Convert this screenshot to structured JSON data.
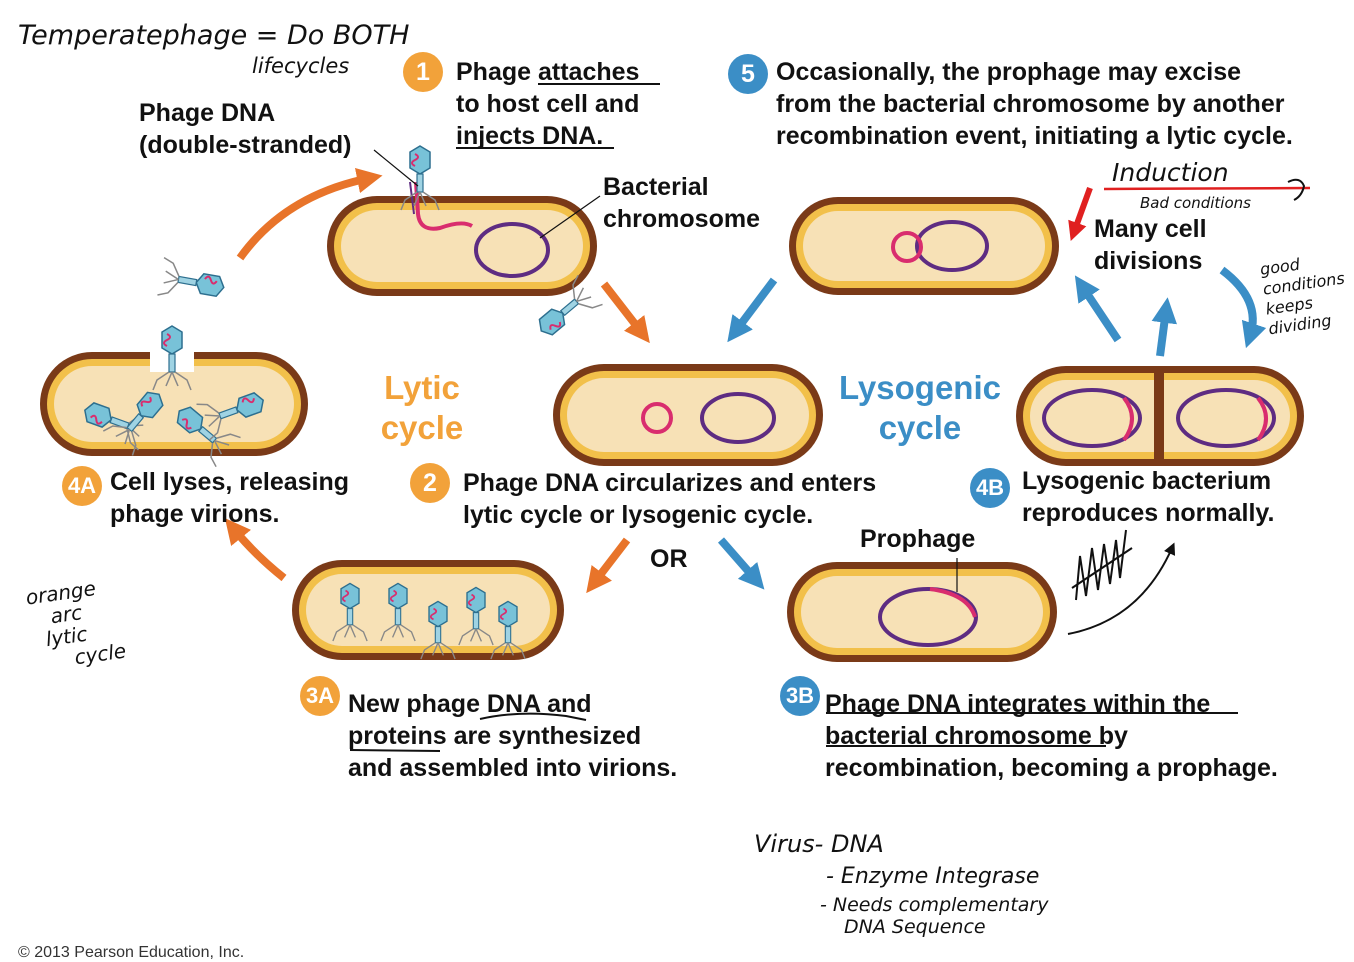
{
  "colors": {
    "orange": "#e8742a",
    "blue": "#3b8ec6",
    "badge_orange": "#f2a23a",
    "cell_outer": "#7a3a18",
    "cell_ring": "#f2c04a",
    "cell_fill": "#f7e1b6",
    "dna_purple": "#5e2c82",
    "dna_pink": "#d92d6e",
    "phage": "#78c2d8",
    "red": "#e02020"
  },
  "notes": {
    "temperate": "Temperatephage = Do BOTH",
    "lifecycles": "lifecycles",
    "orange_arc": [
      "orange",
      "arc",
      "lytic",
      "cycle"
    ],
    "induction": "Induction",
    "bad_conditions": "Bad conditions",
    "good_conditions": [
      "good",
      "conditions",
      "keeps",
      "dividing"
    ],
    "virus_dna": "Virus- DNA",
    "enzyme": "- Enzyme Integrase",
    "needs": "- Needs complementary",
    "dna_sequence": "DNA Sequence"
  },
  "labels": {
    "phage_dna": "Phage DNA",
    "double_stranded": "(double-stranded)",
    "bacterial": "Bacterial",
    "chromosome": "chromosome",
    "lytic_1": "Lytic",
    "lytic_2": "cycle",
    "lysogenic_1": "Lysogenic",
    "lysogenic_2": "cycle",
    "or": "OR",
    "prophage": "Prophage",
    "many_cell": "Many cell",
    "divisions": "divisions",
    "copyright": "© 2013 Pearson Education, Inc."
  },
  "steps": {
    "s1": {
      "badge": "1",
      "line1a": "Phage ",
      "line1b": "attaches",
      "line2": "to host cell and",
      "line3": "injects DNA."
    },
    "s5": {
      "badge": "5",
      "line1": "Occasionally, the prophage may excise",
      "line2": "from the bacterial chromosome by another",
      "line3": "recombination event, initiating a lytic cycle."
    },
    "s4a": {
      "badge": "4A",
      "line1": "Cell lyses, releasing",
      "line2": "phage virions."
    },
    "s2": {
      "badge": "2",
      "line1": "Phage DNA circularizes and enters",
      "line2": "lytic cycle or lysogenic cycle."
    },
    "s4b": {
      "badge": "4B",
      "line1": "Lysogenic bacterium",
      "line2": "reproduces normally."
    },
    "s3a": {
      "badge": "3A",
      "line1": "New phage DNA and",
      "line2": "proteins are synthesized",
      "line3": "and assembled into virions."
    },
    "s3b": {
      "badge": "3B",
      "line1": "Phage DNA integrates within the",
      "line2a": "bacterial chromosome",
      "line2b": " by",
      "line3": "recombination, becoming a prophage."
    }
  }
}
